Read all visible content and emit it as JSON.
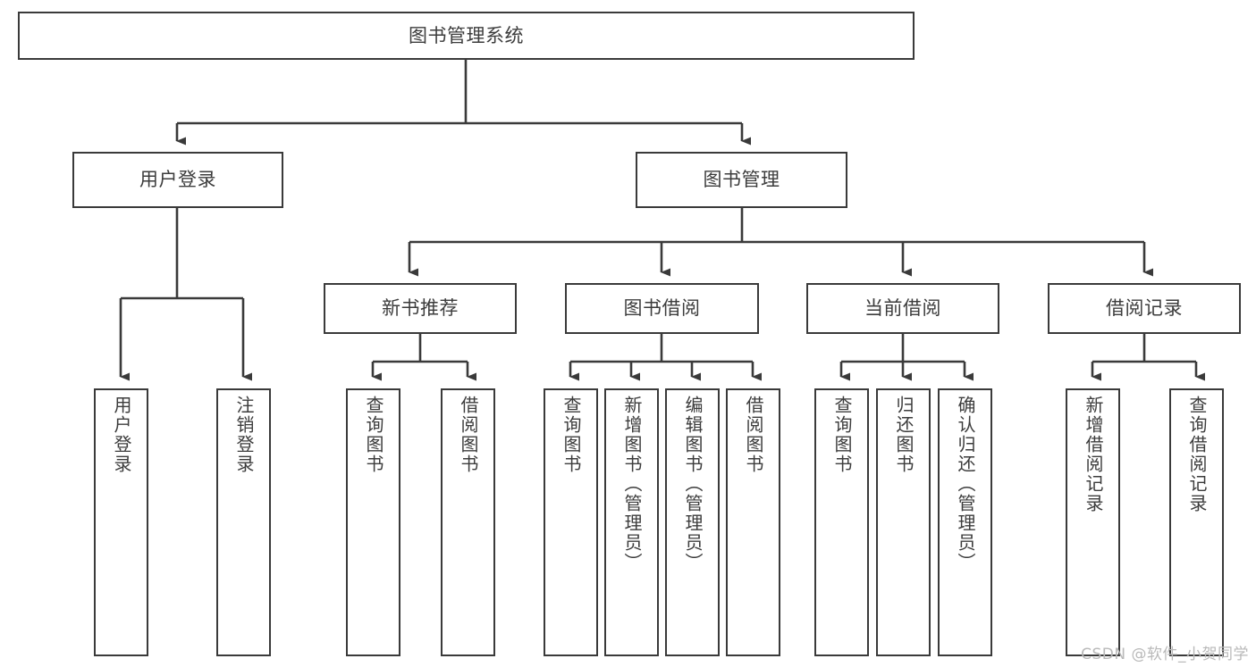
{
  "diagram": {
    "title": "图书管理系统",
    "type": "hierarchy-tree",
    "root": {
      "label": "图书管理系统"
    },
    "level2": [
      {
        "label": "用户登录"
      },
      {
        "label": "图书管理"
      }
    ],
    "level3": [
      {
        "label": "新书推荐"
      },
      {
        "label": "图书借阅"
      },
      {
        "label": "当前借阅"
      },
      {
        "label": "借阅记录"
      }
    ],
    "leaves": {
      "user_login": [
        {
          "label": "用户登录"
        },
        {
          "label": "注销登录"
        }
      ],
      "new_book_recommend": [
        {
          "label": "查询图书"
        },
        {
          "label": "借阅图书"
        }
      ],
      "book_borrow": [
        {
          "label": "查询图书"
        },
        {
          "label": "新增图书（管理员）"
        },
        {
          "label": "编辑图书（管理员）"
        },
        {
          "label": "借阅图书"
        }
      ],
      "current_borrow": [
        {
          "label": "查询图书"
        },
        {
          "label": "归还图书"
        },
        {
          "label": "确认归还（管理员）"
        }
      ],
      "borrow_records": [
        {
          "label": "新增借阅记录"
        },
        {
          "label": "查询借阅记录"
        }
      ]
    }
  },
  "watermark": {
    "text": "CSDN @软件_小贺同学"
  },
  "colors": {
    "stroke": "#3a3a3a",
    "text": "#3c3c3c",
    "background": "#ffffff",
    "watermark": "#b9b9b9"
  }
}
